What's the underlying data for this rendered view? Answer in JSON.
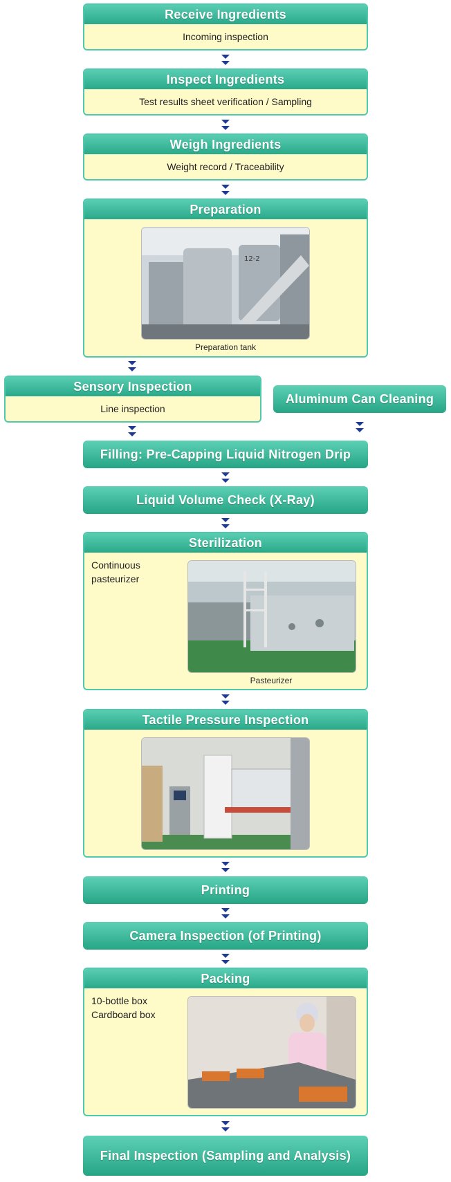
{
  "steps": {
    "receive": {
      "title": "Receive Ingredients",
      "detail": "Incoming inspection"
    },
    "inspect": {
      "title": "Inspect Ingredients",
      "detail": "Test results sheet verification / Sampling"
    },
    "weigh": {
      "title": "Weigh Ingredients",
      "detail": "Weight record / Traceability"
    },
    "preparation": {
      "title": "Preparation",
      "caption": "Preparation tank"
    },
    "sensory": {
      "title": "Sensory Inspection",
      "detail": "Line inspection"
    },
    "can_cleaning": {
      "title": "Aluminum Can Cleaning"
    },
    "filling": {
      "title": "Filling: Pre-Capping Liquid Nitrogen Drip"
    },
    "volume": {
      "title": "Liquid Volume Check (X-Ray)"
    },
    "sterilization": {
      "title": "Sterilization",
      "note_line1": "Continuous",
      "note_line2": "pasteurizer",
      "caption": "Pasteurizer"
    },
    "tactile": {
      "title": "Tactile Pressure Inspection"
    },
    "printing": {
      "title": "Printing"
    },
    "camera": {
      "title": "Camera Inspection (of Printing)"
    },
    "packing": {
      "title": "Packing",
      "note_line1": "10-bottle box",
      "note_line2": "Cardboard box"
    },
    "final": {
      "title": "Final Inspection (Sampling and Analysis)"
    }
  },
  "colors": {
    "accent": "#2aa98a",
    "panel": "#fffbc9",
    "arrow": "#1f3a93"
  }
}
